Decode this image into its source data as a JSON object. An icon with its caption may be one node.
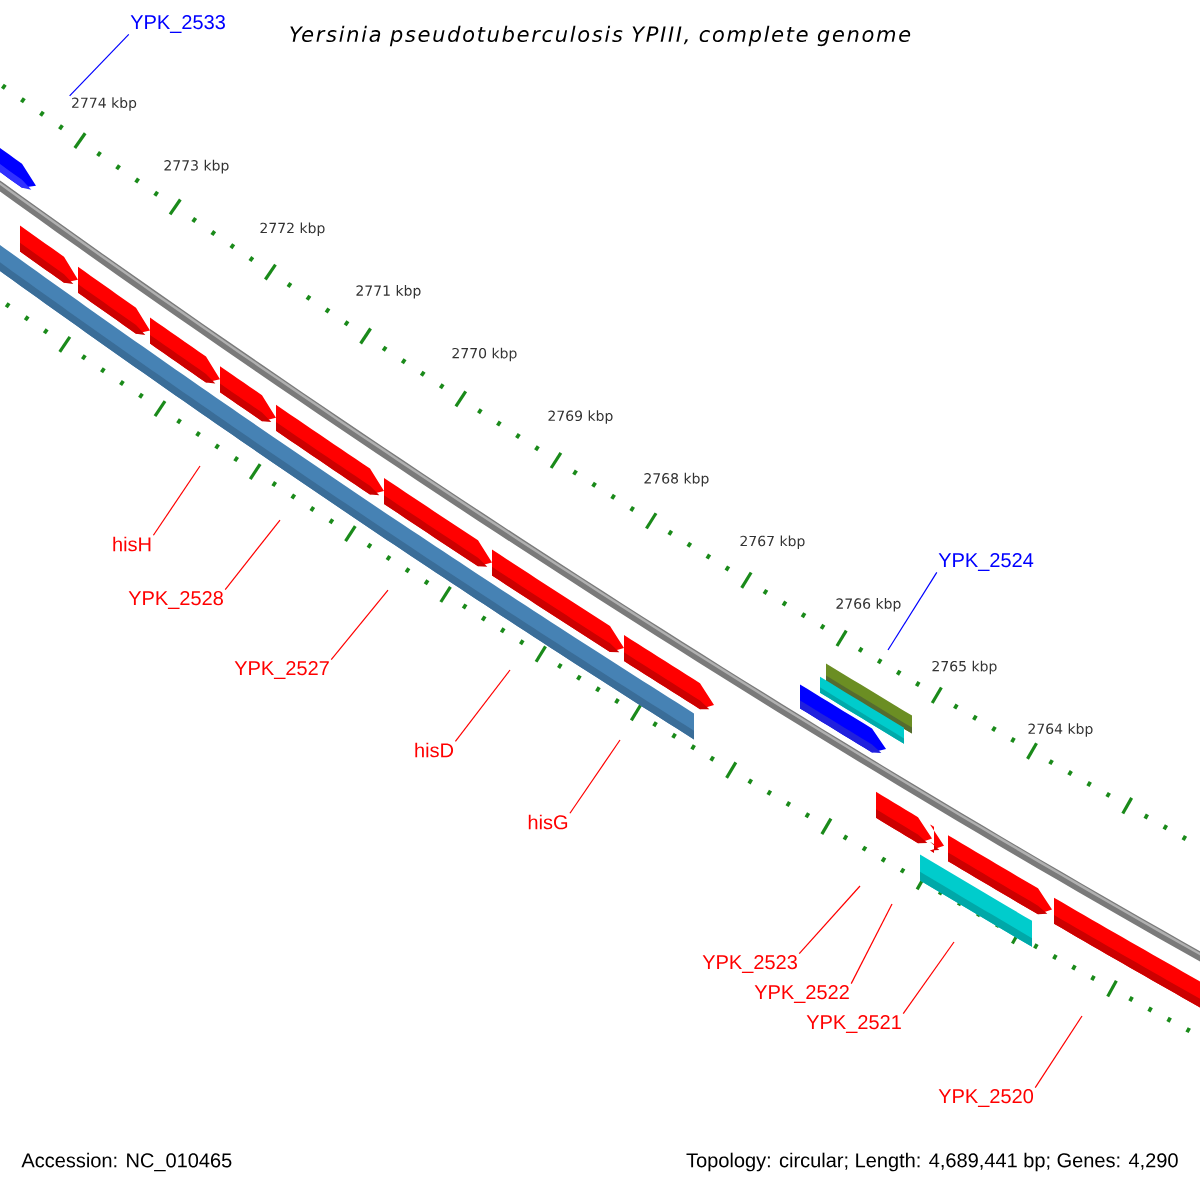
{
  "diagram": {
    "title": "Yersinia pseudotuberculosis YPIII, complete genome",
    "nodes": [
      {
        "text": [
          "YPK_2533"
        ]
      },
      {
        "text": [
          "2774 kbp"
        ]
      },
      {
        "text": [
          "hisH"
        ]
      },
      {
        "text": [
          "YPK_2524"
        ]
      },
      {
        "text": [
          "YPK_2528"
        ]
      },
      {
        "text": [
          "YPK_2527"
        ]
      },
      {
        "text": [
          "hisD"
        ]
      },
      {
        "text": [
          "hisG"
        ]
      },
      {
        "text": [
          "YPK_2523"
        ]
      },
      {
        "text": [
          "YPK_2522"
        ]
      },
      {
        "text": [
          "YPK_2521"
        ]
      },
      {
        "text": [
          "YPK_2520"
        ]
      }
    ],
    "edges": [
      {
        "from": 0,
        "to": 1,
        "arrow": "none",
        "color": "#0000ff"
      },
      {
        "from": 2,
        "to": null,
        "arrow": "none"
      },
      {
        "from": 3,
        "to": null,
        "arrow": "none",
        "color": "#0000ff"
      },
      {
        "from": 4,
        "to": null,
        "arrow": "none"
      },
      {
        "from": 5,
        "to": null,
        "arrow": "none"
      },
      {
        "from": 6,
        "to": null,
        "arrow": "none"
      },
      {
        "from": 7,
        "to": null,
        "arrow": "none"
      },
      {
        "from": 8,
        "to": null,
        "arrow": "none"
      },
      {
        "from": 9,
        "to": null,
        "arrow": "none"
      },
      {
        "from": 10,
        "to": null,
        "arrow": "none"
      },
      {
        "from": 11,
        "to": null,
        "arrow": "none"
      }
    ],
    "labels": [
      "2773 kbp",
      "2772 kbp",
      "2771 kbp",
      "2770 kbp",
      "2769 kbp",
      "2768 kbp",
      "2767 kbp",
      "2766 kbp",
      "2765 kbp",
      "2764 kbp",
      "Accession: NC_010465",
      "Topology: circular; Length: 4,689,441 bp; Genes: 4,290"
    ]
  }
}
